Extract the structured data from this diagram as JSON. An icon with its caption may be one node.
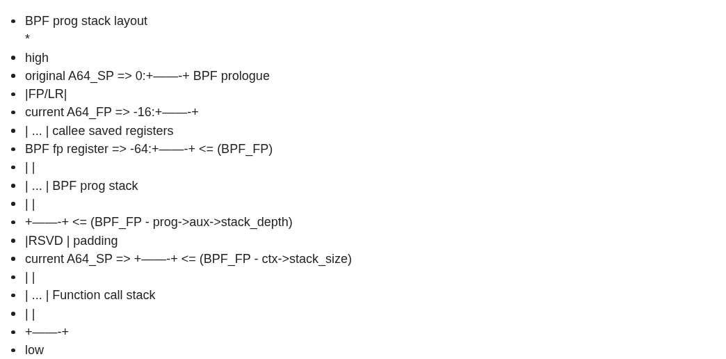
{
  "diagram": {
    "labels": [
      "BPF prog stack layout",
      "*",
      "high",
      "original A64_SP => 0:+——-+ BPF prologue",
      "|FP/LR|",
      "current A64_FP => -16:+——-+",
      "| ... | callee saved registers",
      "BPF fp register => -64:+——-+ <= (BPF_FP)",
      "| |",
      "| ... | BPF prog stack",
      "| |",
      "+——-+ <= (BPF_FP - prog->aux->stack_depth)",
      "|RSVD | padding",
      "current A64_SP => +——-+ <= (BPF_FP - ctx->stack_size)",
      "| |",
      "| ... | Function call stack",
      "| |",
      "+——-+",
      "low"
    ]
  }
}
